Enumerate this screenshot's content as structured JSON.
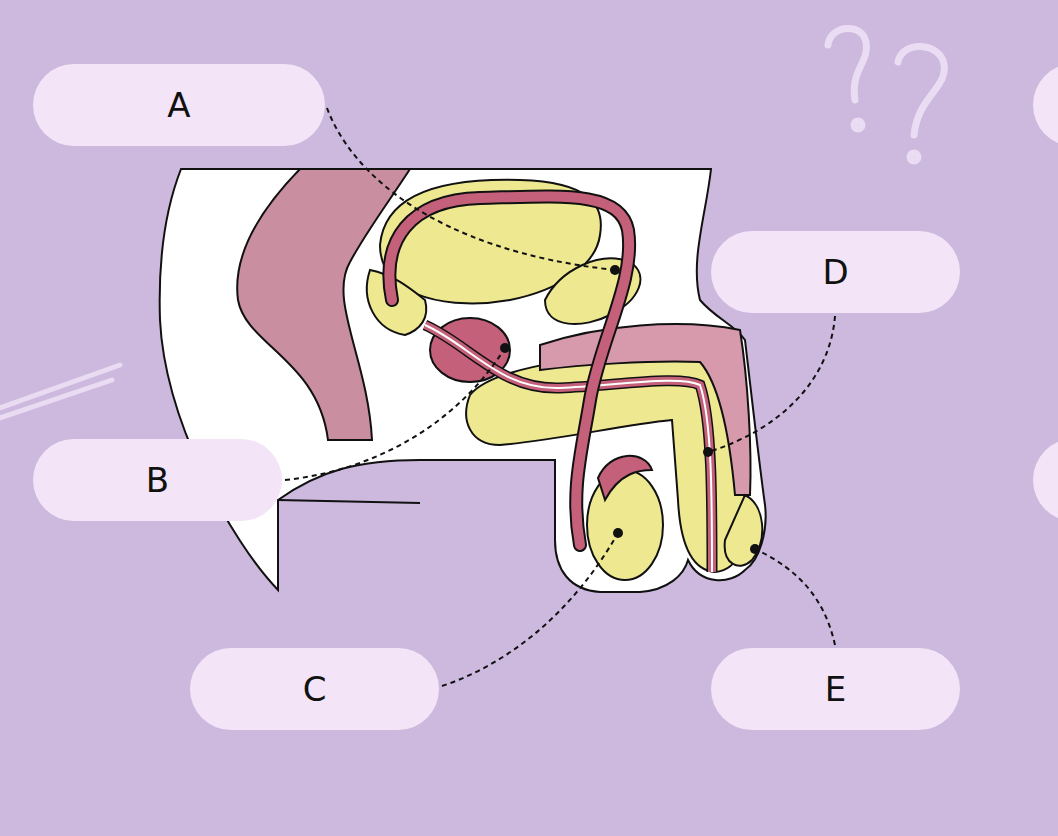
{
  "diagram": {
    "nodes": [
      {
        "text": [
          "A"
        ]
      },
      {
        "text": [
          "D"
        ]
      },
      {
        "text": [
          "B"
        ]
      },
      {
        "text": [
          "C"
        ]
      },
      {
        "text": [
          "E"
        ]
      }
    ]
  }
}
